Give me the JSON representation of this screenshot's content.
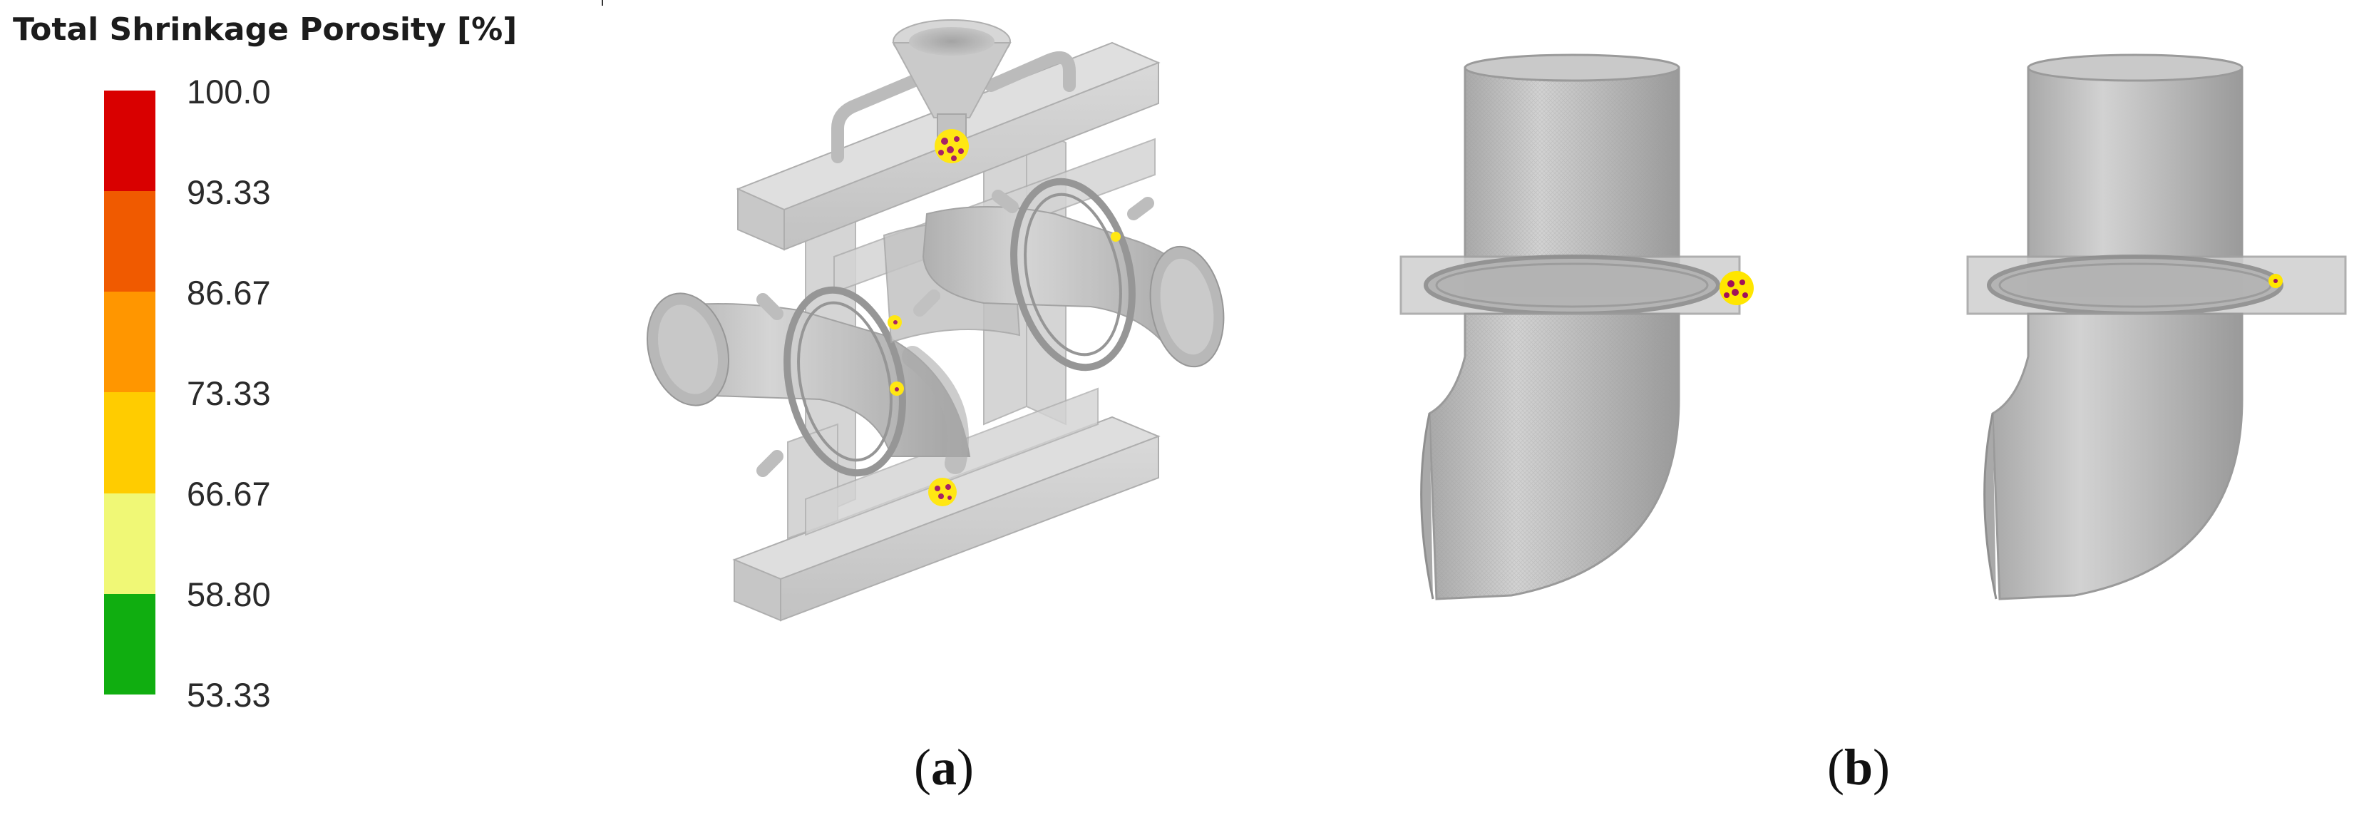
{
  "legend": {
    "title": "Total Shrinkage Porosity [%]",
    "ticks": [
      "100.0",
      "93.33",
      "86.67",
      "73.33",
      "66.67",
      "58.80",
      "53.33"
    ],
    "colors": [
      "#d90000",
      "#f05a00",
      "#ff9600",
      "#ffcc00",
      "#f0f876",
      "#10ae10"
    ]
  },
  "panels": {
    "a": {
      "open": "(",
      "letter": "a",
      "close": ")"
    },
    "b": {
      "open": "(",
      "letter": "b",
      "close": ")"
    }
  },
  "colors": {
    "casting_fill": "#b8b8b8",
    "casting_edge": "#8a8a8a",
    "defect_yellow": "#ffe600",
    "defect_magenta": "#a0105a"
  }
}
